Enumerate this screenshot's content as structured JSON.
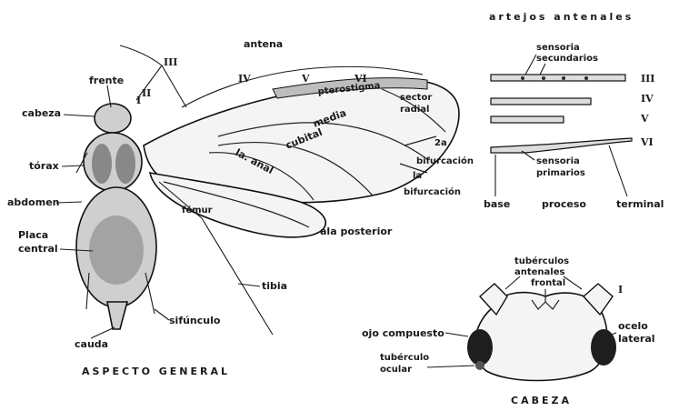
{
  "titles": {
    "general": "ASPECTO GENERAL",
    "head": "CABEZA",
    "antennal_segments": "artejos antenales"
  },
  "labels": {
    "antena": "antena",
    "frente": "frente",
    "cabeza": "cabeza",
    "torax": "tórax",
    "abdomen": "abdomen",
    "placa_1": "Placa",
    "placa_2": "central",
    "cauda": "cauda",
    "sifunculo": "sifúnculo",
    "femur": "fémur",
    "tibia": "tibia",
    "ala_posterior": "ala posterior",
    "pterostigma": "pterostigma",
    "sector_1": "sector",
    "sector_2": "radial",
    "media": "media",
    "cubital": "cubital",
    "anal": "la. anal",
    "bif2_num": "2a",
    "bif2_word": "bifurcación",
    "bif1_num": "la",
    "bif1_word": "bifurcación",
    "sens_sec_1": "sensoria",
    "sens_sec_2": "secundarios",
    "sens_pri_1": "sensoria",
    "sens_pri_2": "primarios",
    "base": "base",
    "proceso": "proceso",
    "terminal": "terminal",
    "tub_ant_1": "tubérculos",
    "tub_ant_2": "antenales",
    "frontal": "frontal",
    "ojo": "ojo compuesto",
    "ocelo_1": "ocelo",
    "ocelo_2": "lateral",
    "tub_oc_1": "tubérculo",
    "tub_oc_2": "ocular"
  },
  "numerals": {
    "ant_I": "I",
    "ant_II": "II",
    "ant_III": "III",
    "ant_IV": "IV",
    "ant_V": "V",
    "ant_VI": "VI",
    "seg_III": "III",
    "seg_IV": "IV",
    "seg_V": "V",
    "seg_VI": "VI",
    "head_I": "I"
  }
}
